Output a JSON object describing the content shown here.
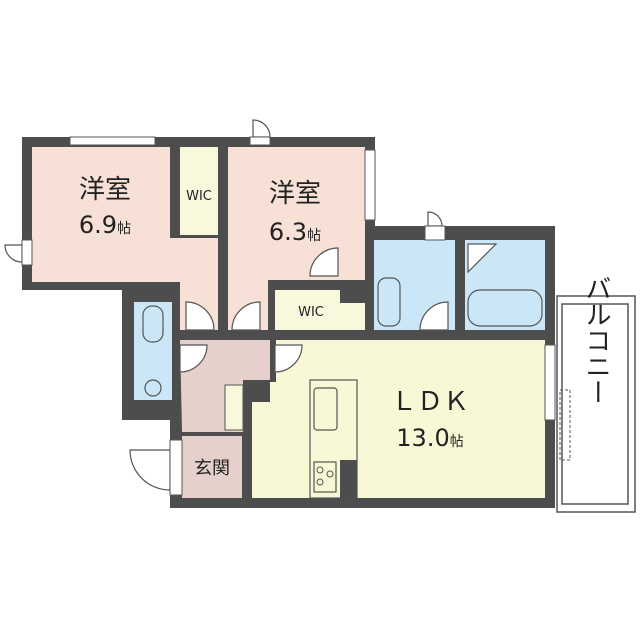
{
  "floorplan": {
    "rooms": [
      {
        "id": "western-room-1",
        "name": "洋室",
        "size": "6.9",
        "unit": "帖"
      },
      {
        "id": "western-room-2",
        "name": "洋室",
        "size": "6.3",
        "unit": "帖"
      },
      {
        "id": "ldk",
        "name": "ＬＤＫ",
        "size": "13.0",
        "unit": "帖"
      }
    ],
    "wic_1": "WIC",
    "wic_2": "WIC",
    "entrance": "玄関",
    "balcony": "バルコニー"
  },
  "colors": {
    "wall": "#4d4d4d",
    "western_room": "#f7e1d7",
    "wic": "#f8f8dc",
    "ldk": "#f8f8d6",
    "water": "#cbe6f7",
    "hall": "#e6d0cc"
  }
}
